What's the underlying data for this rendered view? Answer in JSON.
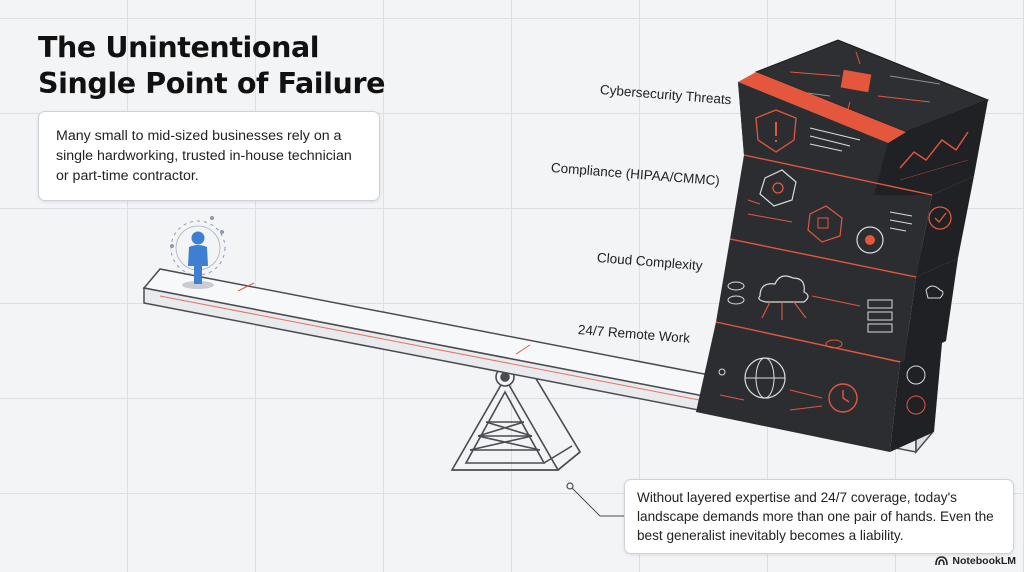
{
  "title": {
    "line1": "The Unintentional",
    "line2": "Single Point of Failure"
  },
  "intro_card": {
    "text": "Many small to mid-sized businesses rely on a single hardworking, trusted in-house technician or part-time contractor."
  },
  "stack_labels": [
    "Cybersecurity Threats",
    "Compliance (HIPAA/CMMC)",
    "Cloud Complexity",
    "24/7 Remote Work"
  ],
  "conclusion_card": {
    "text": "Without layered expertise and 24/7 coverage, today's landscape demands more than one pair of hands. Even the best generalist inevitably becomes a liability."
  },
  "brand": {
    "name": "NotebookLM",
    "icon": "notebooklm-logo-icon"
  },
  "colors": {
    "accent_red": "#e4573d",
    "person_blue": "#3f7fd1",
    "cube_dark": "#2c2d31"
  }
}
